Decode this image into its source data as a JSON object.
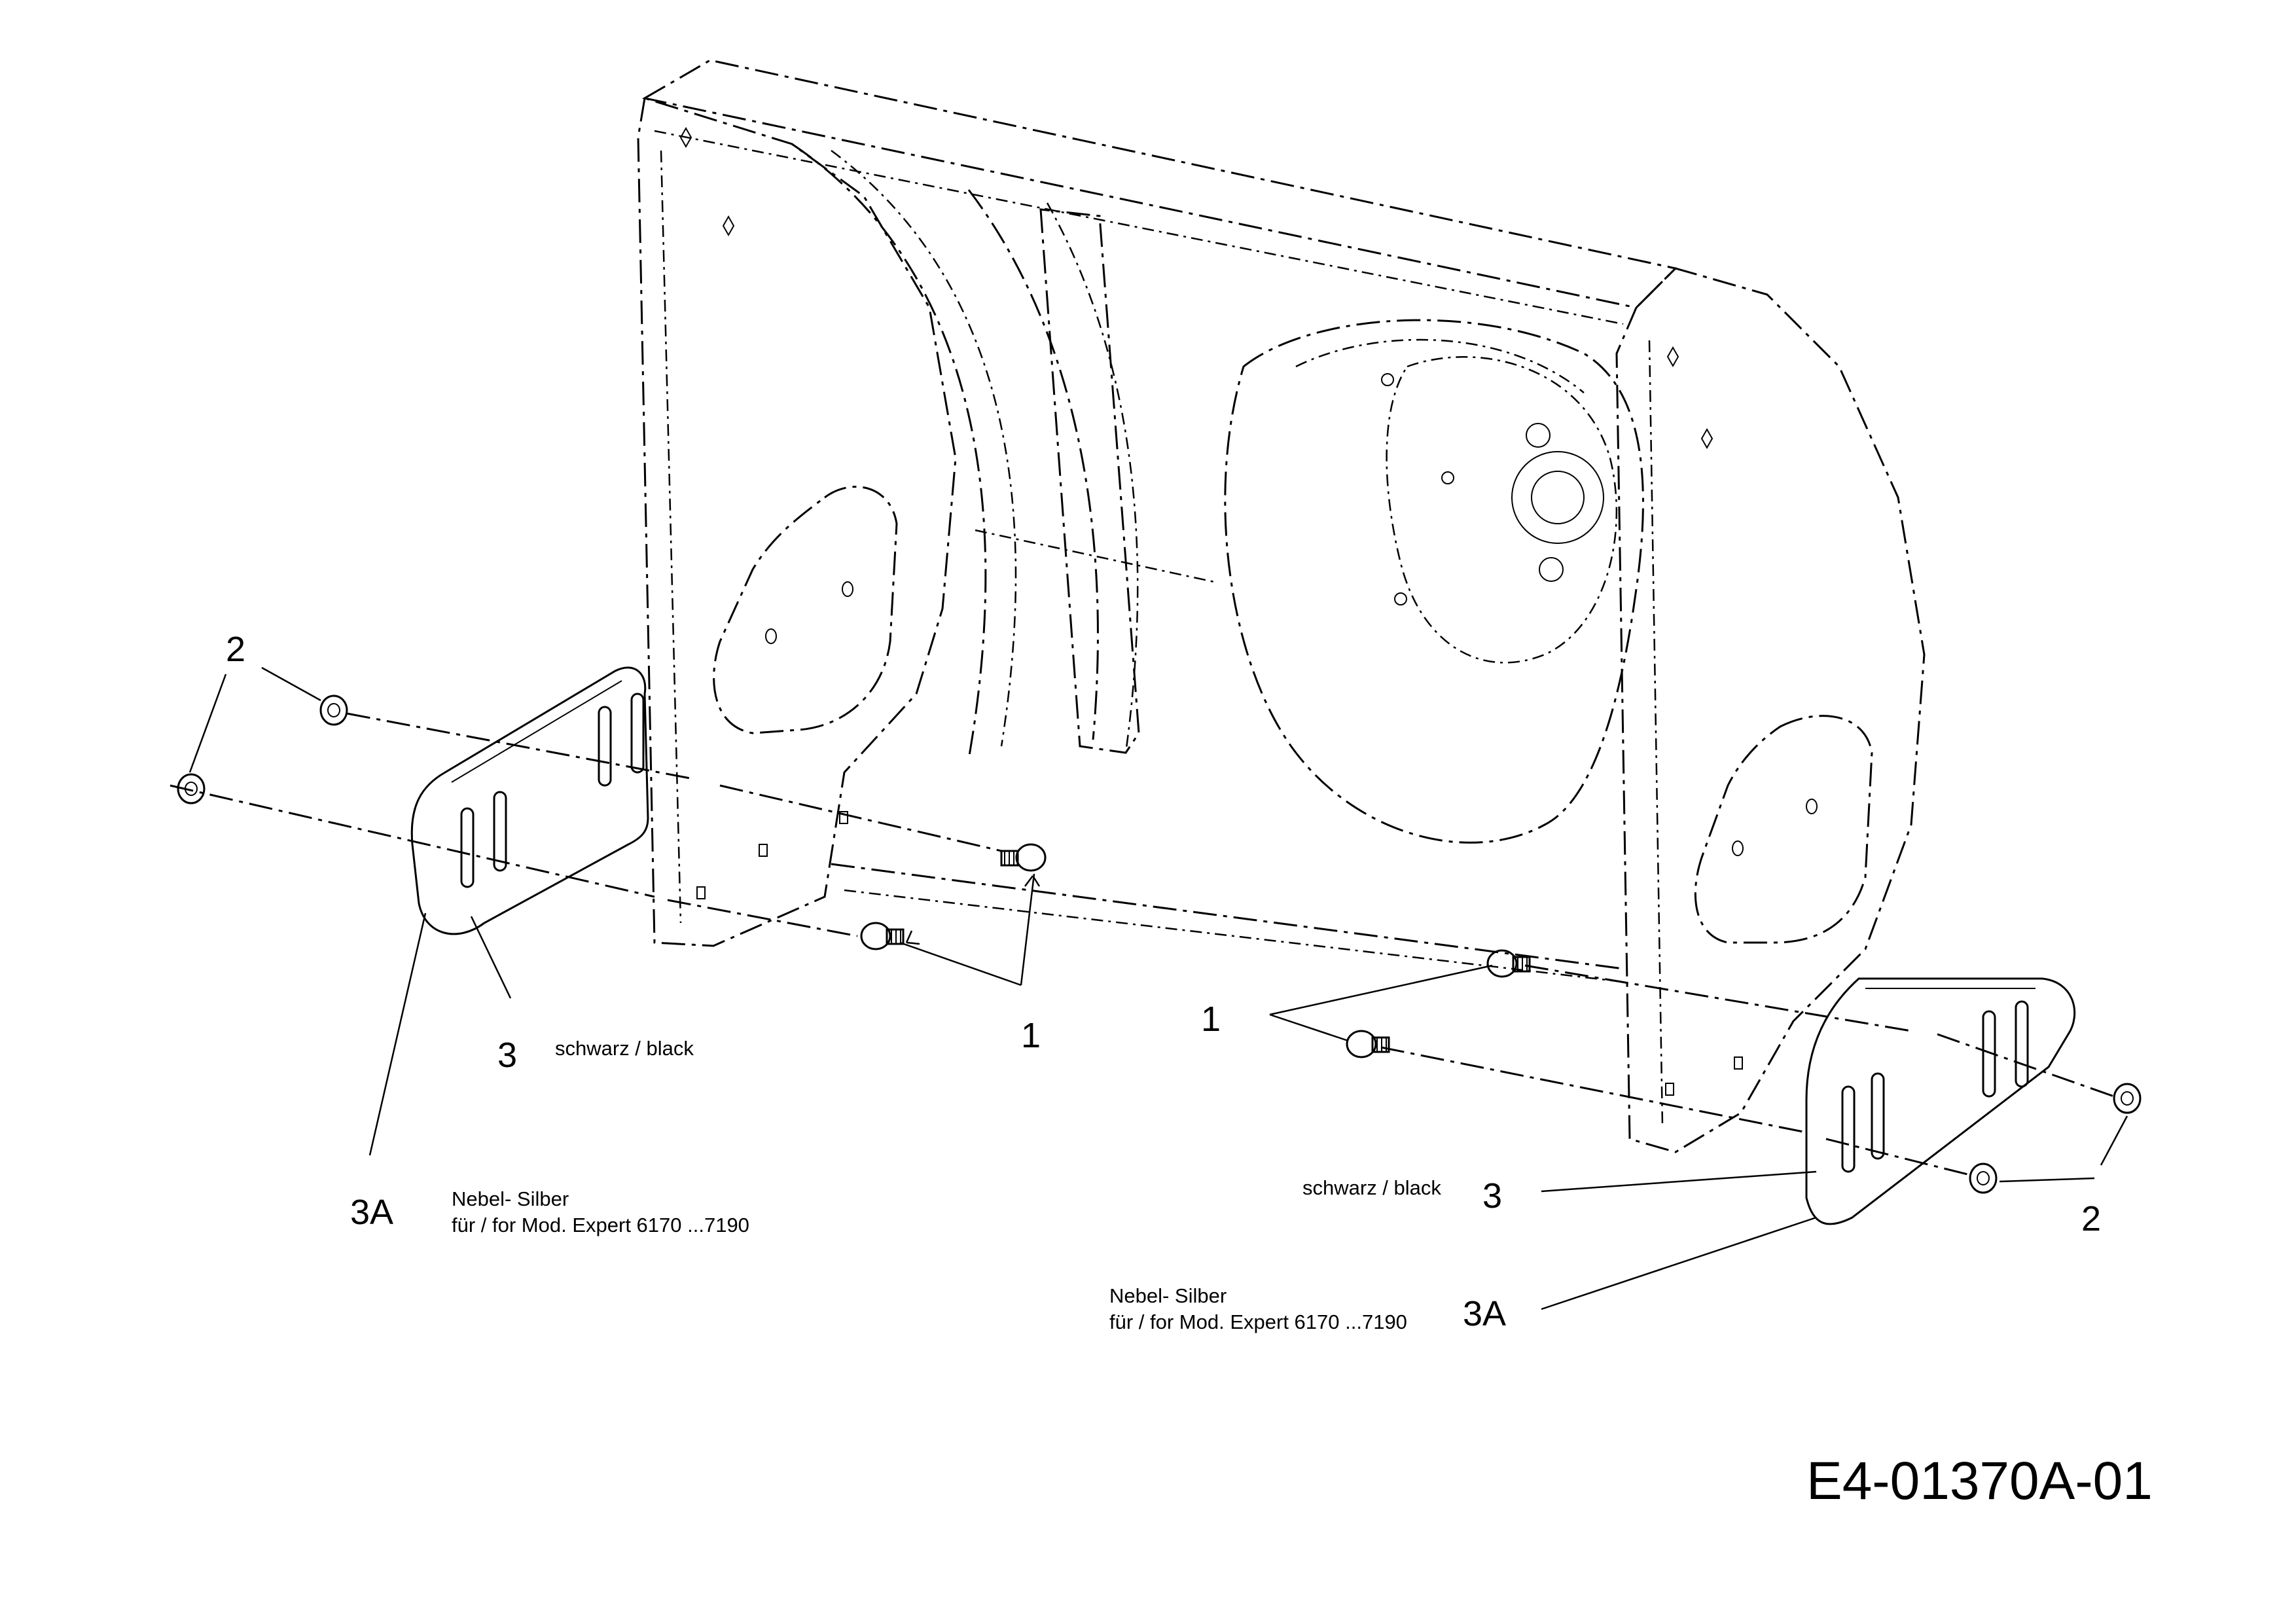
{
  "callouts": {
    "c1_left": "1",
    "c1_right": "1",
    "c2_left": "2",
    "c2_right": "2",
    "c3_left": "3",
    "c3_right": "3",
    "c3a_left": "3A",
    "c3a_right": "3A"
  },
  "notes": {
    "color_left": "schwarz / black",
    "color_right": "schwarz / black",
    "finish_left_line1": "Nebel- Silber",
    "finish_left_line2": "für / for Mod. Expert 6170 ...7190",
    "finish_right_line1": "Nebel- Silber",
    "finish_right_line2": "für / for Mod. Expert 6170 ...7190"
  },
  "drawing_code": "E4-01370A-01"
}
